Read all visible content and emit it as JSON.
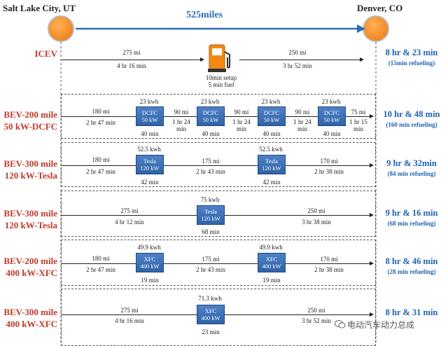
{
  "header": {
    "origin": "Salt Lake City, UT",
    "destination": "Denver, CO",
    "total_distance": "525miles"
  },
  "rows": [
    {
      "label": [
        "ICEV"
      ],
      "result": "8 hr & 23 min",
      "note": "(15min refueling)",
      "legs": [
        {
          "distance": "275 mi",
          "time": "4 hr 16 min"
        },
        {
          "distance": "250 mi",
          "time": "3 hr 52 min"
        }
      ],
      "stops": [
        {
          "icon": "gas-pump-icon",
          "caption": [
            "10min setup",
            "5 min fuel"
          ]
        }
      ]
    },
    {
      "label": [
        "BEV-200 mile",
        "50 kW-DCFC"
      ],
      "result": "10 hr & 48 min",
      "note": "(160 min refueling)",
      "legs": [
        {
          "distance": "180 mi",
          "time": "2 hr 47 min"
        },
        {
          "distance": "90 mi",
          "time": "1 hr 24 min"
        },
        {
          "distance": "90 mi",
          "time": "1 hr 24 min"
        },
        {
          "distance": "90 mi",
          "time": "1 hr 24 min"
        },
        {
          "distance": "75 mi",
          "time": "1 hr 15 min"
        }
      ],
      "stops": [
        {
          "name": "DCFC",
          "power": "50 kW",
          "energy": "23 kwh",
          "duration": "40 min"
        },
        {
          "name": "DCFC",
          "power": "50 kW",
          "energy": "23 kwh",
          "duration": "40 min"
        },
        {
          "name": "DCFC",
          "power": "50 kW",
          "energy": "23 kwh",
          "duration": "40 min"
        },
        {
          "name": "DCFC",
          "power": "50 kW",
          "energy": "23 kwh",
          "duration": "40 min"
        }
      ]
    },
    {
      "label": [
        "BEV-300 mile",
        "120 kW-Tesla"
      ],
      "result": "9 hr & 32min",
      "note": "(84 min refueling)",
      "legs": [
        {
          "distance": "180 mi",
          "time": "2 hr 47 min"
        },
        {
          "distance": "175 mi",
          "time": "2 hr 43 min"
        },
        {
          "distance": "170 mi",
          "time": "2 hr 38 min"
        }
      ],
      "stops": [
        {
          "name": "Tesla",
          "power": "120 kW",
          "energy": "52.5 kwh",
          "duration": "42 min"
        },
        {
          "name": "Tesla",
          "power": "120 kW",
          "energy": "52.5 kwh",
          "duration": "42 min"
        }
      ]
    },
    {
      "label": [
        "BEV-300 mile",
        "120 kW-Tesla"
      ],
      "result": "9 hr & 16 min",
      "note": "(68 min refueling)",
      "legs": [
        {
          "distance": "275 mi",
          "time": "4 hr 12 min"
        },
        {
          "distance": "250 mi",
          "time": "3 hr 38 min"
        }
      ],
      "stops": [
        {
          "name": "Tesla",
          "power": "120 kW",
          "energy": "75 kwh",
          "duration": "68 min"
        }
      ]
    },
    {
      "label": [
        "BEV-200 mile",
        "400 kW-XFC"
      ],
      "result": "8 hr & 46 min",
      "note": "(28 min refueling)",
      "legs": [
        {
          "distance": "180 mi",
          "time": "2 hr 47 min"
        },
        {
          "distance": "175 mi",
          "time": "2 hr 43 min"
        },
        {
          "distance": "170 mi",
          "time": "2 hr 38 min"
        }
      ],
      "stops": [
        {
          "name": "XFC",
          "power": "400 kW",
          "energy": "49.9 kwh",
          "duration": "19 min"
        },
        {
          "name": "XFC",
          "power": "400 kW",
          "energy": "49.9 kwh",
          "duration": "19 min"
        }
      ]
    },
    {
      "label": [
        "BEV-300 mile",
        "400 kW-XFC"
      ],
      "result": "8 hr & 31 min",
      "note": "",
      "legs": [
        {
          "distance": "275 mi",
          "time": "4 hr 16 min"
        },
        {
          "distance": "250 mi",
          "time": "3 hr 52 min"
        }
      ],
      "stops": [
        {
          "name": "XFC",
          "power": "400 kW",
          "energy": "71.3 kwh",
          "duration": "23 min"
        }
      ]
    }
  ],
  "watermark": "电动汽车动力总成",
  "colors": {
    "city_circle": "#f7902a",
    "route_arrow": "#2a6cb8",
    "label_red": "#c0392b",
    "result_blue": "#1f63b3",
    "charger_box": "#3a6fb5"
  }
}
